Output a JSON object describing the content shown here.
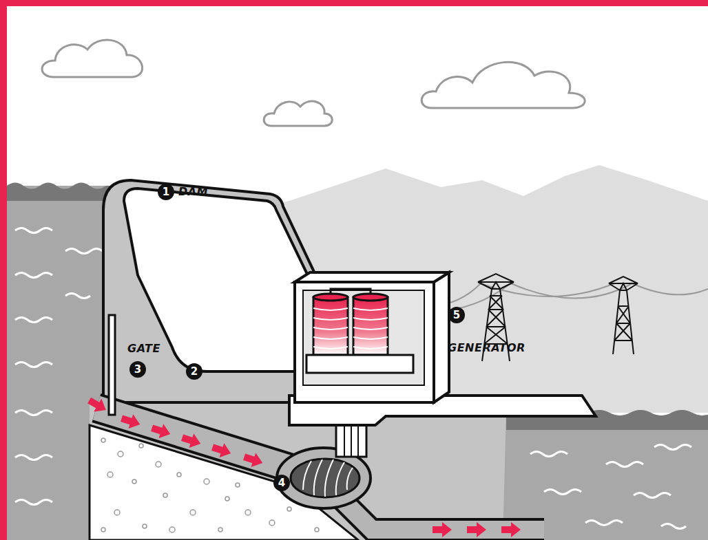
{
  "diagram": {
    "labels": [
      "1",
      "DAM",
      "GATE",
      "3",
      "2",
      "5",
      "GENERATOR",
      "4"
    ]
  }
}
